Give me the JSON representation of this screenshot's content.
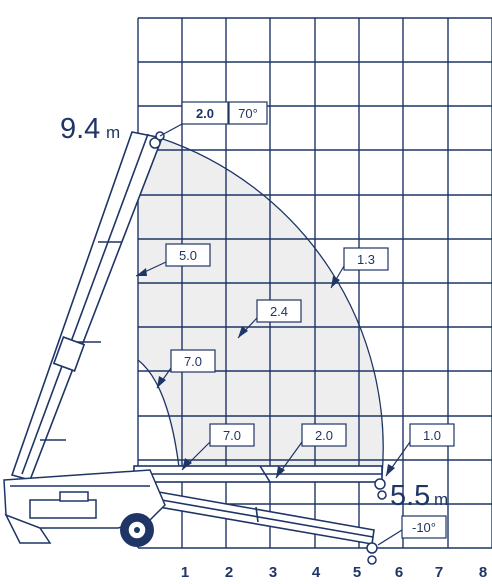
{
  "diagram": {
    "max_height": {
      "value": "9.4",
      "unit": "m"
    },
    "min_height": {
      "value": "5.5",
      "unit": "m"
    },
    "top_callouts": {
      "load": "2.0",
      "angle": "70°"
    },
    "load_labels": {
      "left_boom": "5.0",
      "inner_zone": "2.4",
      "outer_arc": "1.3",
      "lower_left": "7.0",
      "horizontal_near": "7.0",
      "horizontal_mid": "2.0",
      "horizontal_far": "1.0"
    },
    "bottom_angle": "-10°",
    "x_axis_ticks": [
      "1",
      "2",
      "3",
      "4",
      "5",
      "6",
      "7",
      "8"
    ]
  },
  "colors": {
    "primary": "#1f3566",
    "zone_fill": "#eeeeee",
    "background": "#ffffff"
  }
}
